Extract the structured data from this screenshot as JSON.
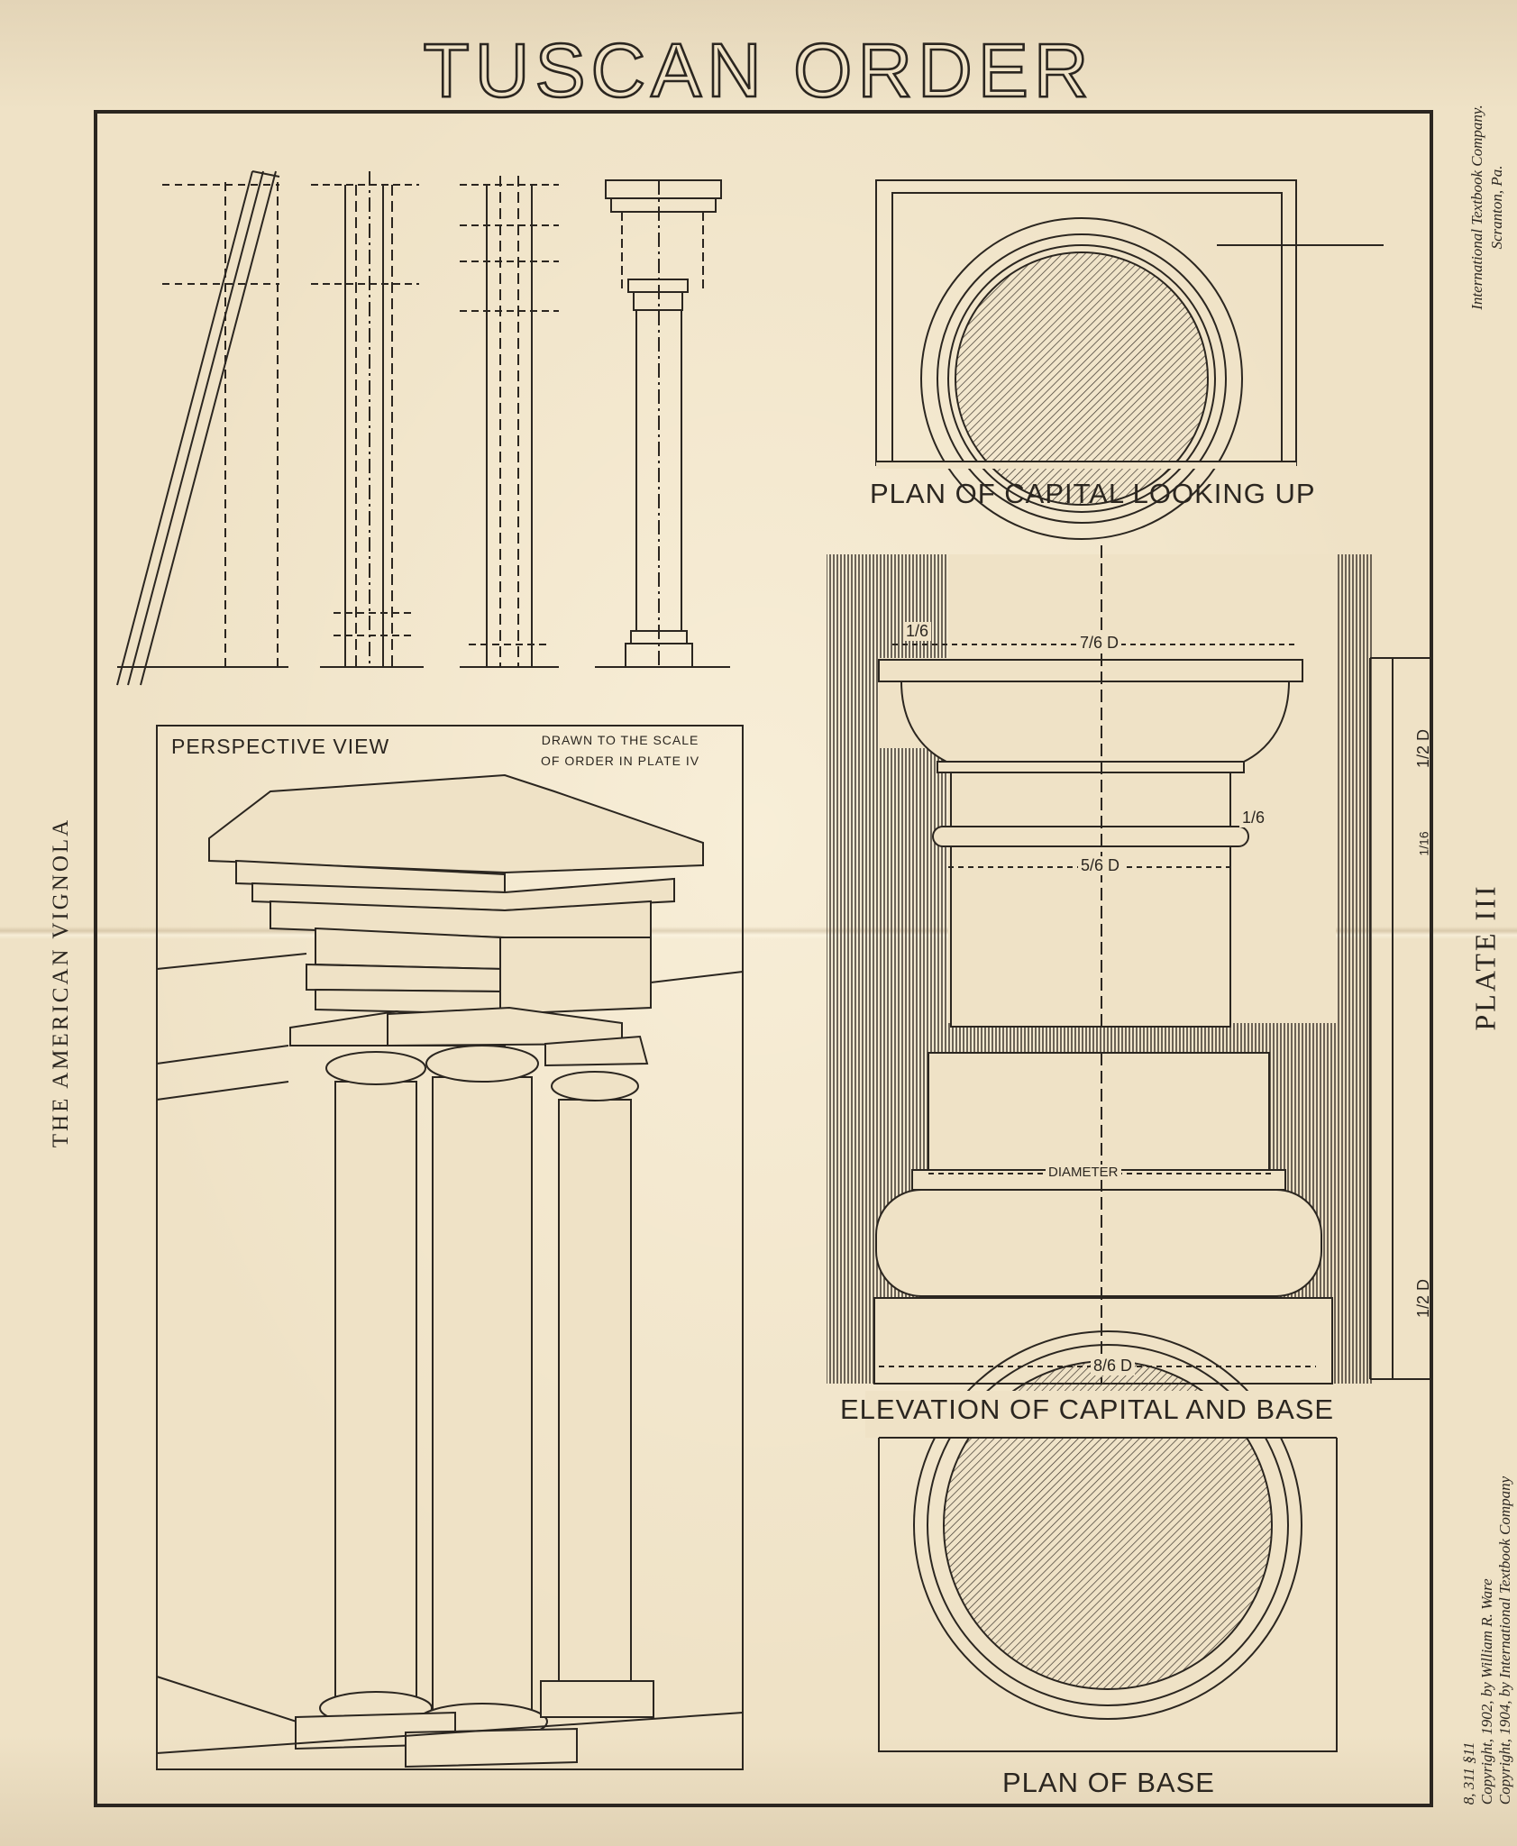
{
  "title": "TUSCAN ORDER",
  "side_title": "THE AMERICAN VIGNOLA",
  "plate_label": "PLATE III",
  "publisher": {
    "line1": "International Textbook Company.",
    "line2": "Scranton, Pa."
  },
  "copyright": {
    "code": "8, 311 §11",
    "line1": "Copyright, 1902, by William R. Ware",
    "line2": "Copyright, 1904, by International Textbook Company"
  },
  "captions": {
    "plan_capital": "PLAN OF CAPITAL LOOKING UP",
    "elevation": "ELEVATION OF CAPITAL AND BASE",
    "plan_base": "PLAN OF BASE",
    "perspective": "PERSPECTIVE VIEW",
    "scale_note_1": "DRAWN TO THE SCALE",
    "scale_note_2": "OF ORDER IN PLATE IV"
  },
  "dimensions": {
    "d1": "1/6",
    "d2": "7/6 D",
    "d3": "5/6 D",
    "d4": "1/6",
    "d5": "DIAMETER",
    "d6": "8/6 D",
    "d7": "1/2 D",
    "d8": "1/16",
    "d9": "1/2 D"
  }
}
